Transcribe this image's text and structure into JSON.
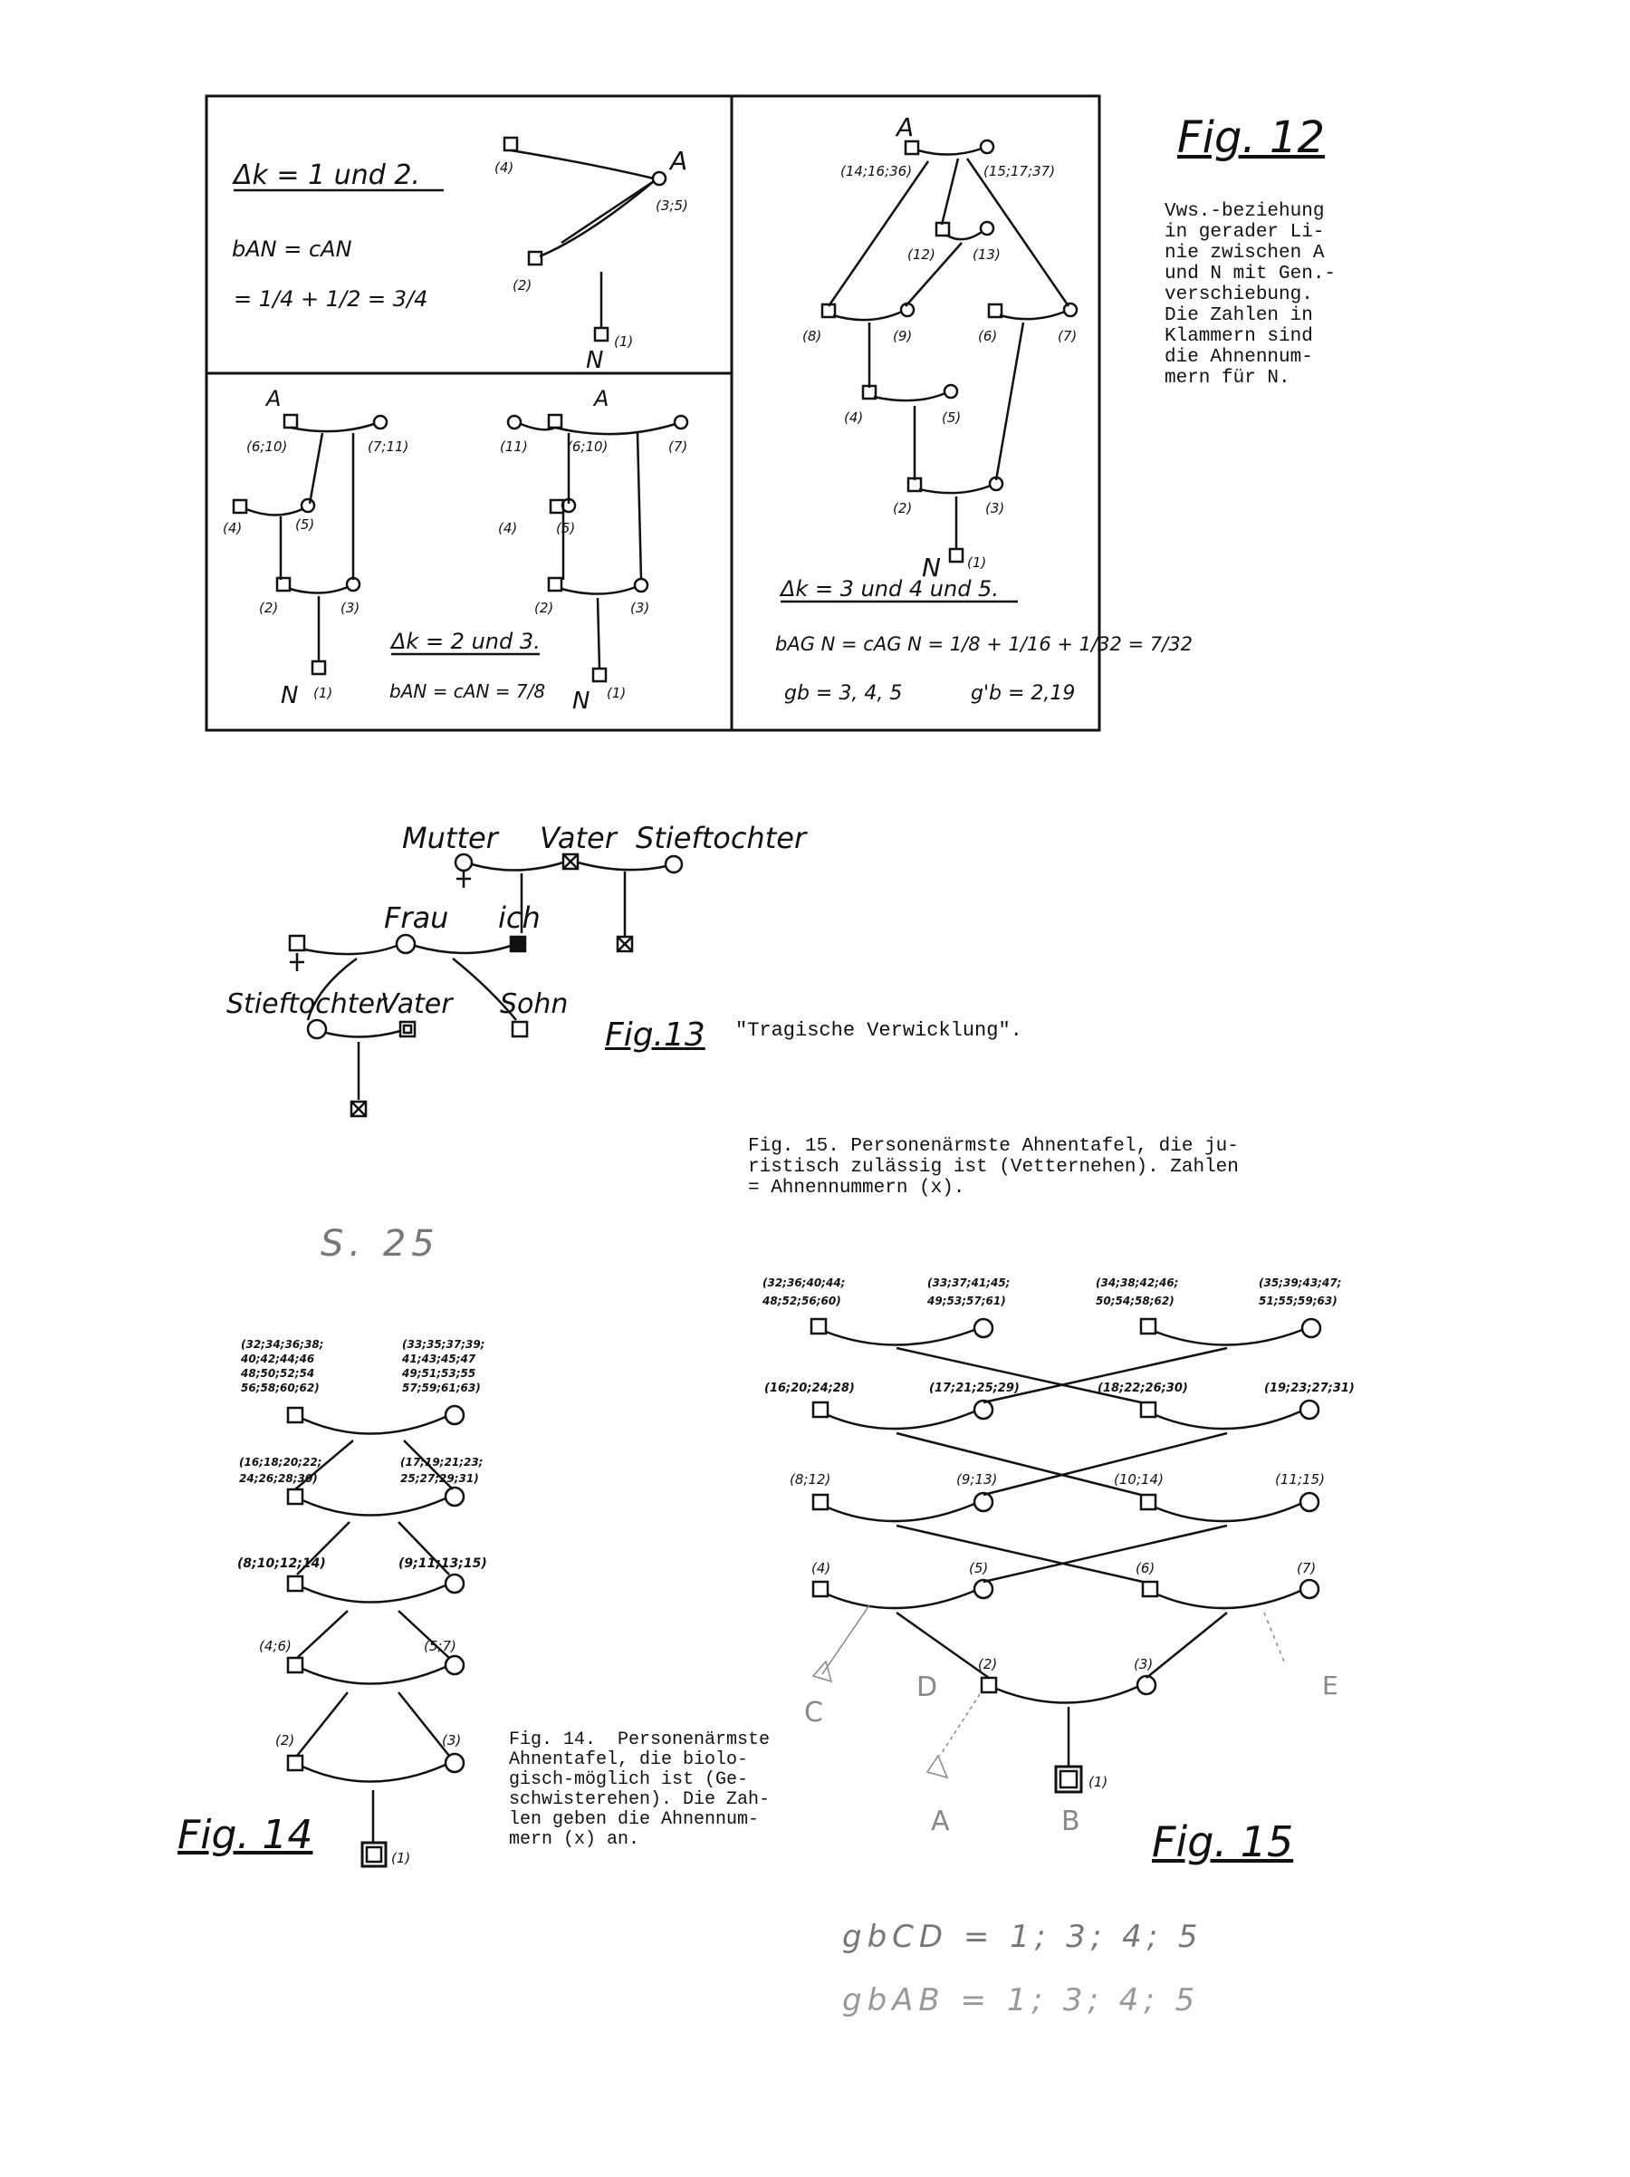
{
  "fig12": {
    "label": "Fig. 12",
    "caption": "Vws.-beziehung\nin gerader Li-\nnie zwischen A\nund N mit Gen.-\nverschiebung.\nDie Zahlen in\nKlammern sind\ndie Ahnennum-\nmern für N.",
    "panel1": {
      "heading": "Δk = 1 und 2.",
      "formula1": "bAN = cAN",
      "formula2": "= 1/4 + 1/2 = 3/4",
      "labels": [
        "(4)",
        "A",
        "(3;5)",
        "(2)",
        "(1)",
        "N"
      ]
    },
    "panel2": {
      "labels_left": [
        "A",
        "(6;10)",
        "(7;11)",
        "(4)",
        "(5)",
        "(2)",
        "(3)",
        "N",
        "(1)"
      ],
      "labels_right": [
        "A",
        "(11)",
        "(6;10)",
        "(7)",
        "(4)",
        "(5)",
        "(2)",
        "(3)",
        "N",
        "(1)"
      ],
      "heading": "Δk = 2 und 3.",
      "formula": "bAN = cAN = 7/8"
    },
    "panel3": {
      "labels": [
        "A",
        "(14;16;36)",
        "(15;17;37)",
        "(12)",
        "(13)",
        "(8)",
        "(9)",
        "(6)",
        "(7)",
        "(4)",
        "(5)",
        "(2)",
        "(3)",
        "N",
        "(1)"
      ],
      "heading": "Δk = 3 und 4 und 5.",
      "formula1": "bAG N = cAG N = 1/8 + 1/16 + 1/32 = 7/32",
      "formula2a": "gb = 3, 4, 5",
      "formula2b": "g'b = 2,19"
    }
  },
  "fig13": {
    "label": "Fig.13",
    "caption": "\"Tragische Verwicklung\".",
    "words": [
      "Mutter",
      "Vater",
      "Stieftochter",
      "Frau",
      "ich",
      "Stieftochter",
      "Vater",
      "Sohn"
    ]
  },
  "fig14": {
    "label": "Fig. 14",
    "caption": "Fig. 14.  Personenärmste\nAhnentafel, die biolo-\ngisch-möglich ist (Ge-\nschwisterehen). Die Zah-\nlen geben die Ahnennum-\nmern (x) an.",
    "pencil_note": "S. 25",
    "labels": {
      "g5_left": [
        "(32;34;36;38;",
        "40;42;44;46",
        "48;50;52;54",
        "56;58;60;62)"
      ],
      "g5_right": [
        "(33;35;37;39;",
        "41;43;45;47",
        "49;51;53;55",
        "57;59;61;63)"
      ],
      "g4_left": [
        "(16;18;20;22;",
        "24;26;28;30)"
      ],
      "g4_right": [
        "(17;19;21;23;",
        "25;27;29;31)"
      ],
      "g3_left": "(8;10;12;14)",
      "g3_right": "(9;11;13;15)",
      "g2_left": "(4;6)",
      "g2_right": "(5;7)",
      "g1_left": "(2)",
      "g1_right": "(3)",
      "proband": "(1)"
    }
  },
  "fig15": {
    "label": "Fig. 15",
    "caption": "Fig. 15. Personenärmste Ahnentafel, die ju-\nristisch zulässig ist (Vetternehen). Zahlen\n= Ahnennummern (x).",
    "labels": {
      "g5": [
        [
          "(32;36;40;44;",
          "48;52;56;60)"
        ],
        [
          "(33;37;41;45;",
          "49;53;57;61)"
        ],
        [
          "(34;38;42;46;",
          "50;54;58;62)"
        ],
        [
          "(35;39;43;47;",
          "51;55;59;63)"
        ]
      ],
      "g4": [
        "(16;20;24;28)",
        "(17;21;25;29)",
        "(18;22;26;30)",
        "(19;23;27;31)"
      ],
      "g3": [
        "(8;12)",
        "(9;13)",
        "(10;14)",
        "(11;15)"
      ],
      "g2": [
        "(4)",
        "(5)",
        "(6)",
        "(7)"
      ],
      "g1": [
        "(2)",
        "(3)"
      ],
      "proband": "(1)"
    },
    "pencil_letters": [
      "C",
      "D",
      "E",
      "A",
      "B"
    ],
    "pencil_formula1": "gbCD = 1; 3; 4; 5",
    "pencil_formula2": "gbAB = 1; 3; 4; 5"
  }
}
